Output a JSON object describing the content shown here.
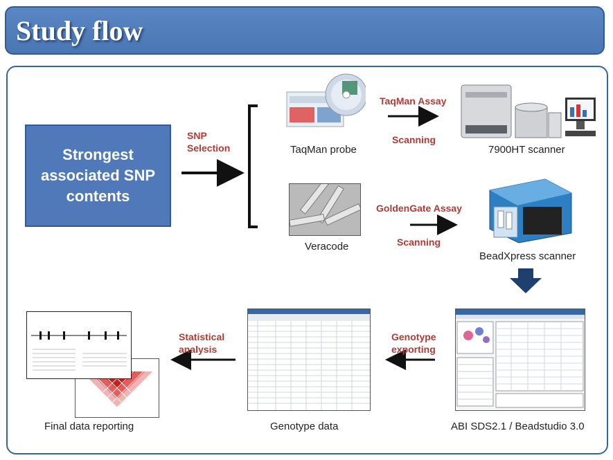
{
  "title": "Study flow",
  "center_box": "Strongest\nassociated SNP\ncontents",
  "step_labels": {
    "snp_selection": "SNP\nSelection",
    "taqman_assay": "TaqMan Assay",
    "scanning_top": "Scanning",
    "goldengate_assay": "GoldenGate Assay",
    "scanning_bottom": "Scanning",
    "genotype_exporting": "Genotype\nexporting",
    "statistical_analysis": "Statistical\nanalysis"
  },
  "captions": {
    "taqman_probe": "TaqMan probe",
    "scanner_7900ht": "7900HT scanner",
    "veracode": "Veracode",
    "beadxpress": "BeadXpress scanner",
    "abi_sds": "ABI SDS2.1 / Beadstudio 3.0",
    "genotype_data": "Genotype data",
    "final_report": "Final data reporting"
  },
  "colors": {
    "title_bg": "#4a76b4",
    "box_bg": "#4f79b8",
    "accent_red": "#b03b34",
    "arrow_navy": "#1f3f6e"
  }
}
